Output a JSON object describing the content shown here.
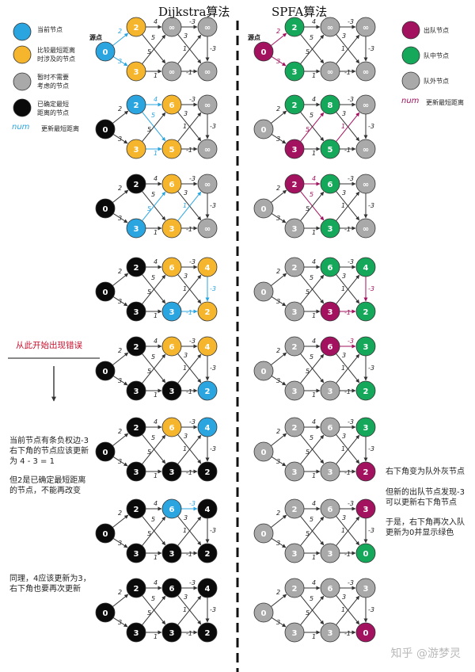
{
  "titles": {
    "left": "Dijkstra算法",
    "right": "SPFA算法"
  },
  "colors": {
    "blue": "#2ba5e0",
    "orange": "#f5b52c",
    "gray": "#a9a9a9",
    "black": "#0a0a0a",
    "green": "#15a85a",
    "magenta": "#a3125f",
    "updateBlue": "#2ba5e0",
    "updateRed": "#a3125f",
    "edge": "#333333"
  },
  "legendLeft": [
    {
      "color": "blue",
      "label": "当前节点"
    },
    {
      "color": "orange",
      "label": "比较最短距离\n时涉及的节点"
    },
    {
      "color": "gray",
      "label": "暂时不需要\n考虑的节点"
    },
    {
      "color": "black",
      "label": "已确定最短\n距离的节点"
    }
  ],
  "legendLeftUpdate": {
    "sample": "num",
    "label": "更新最短距离"
  },
  "legendRight": [
    {
      "color": "magenta",
      "label": "出队节点"
    },
    {
      "color": "green",
      "label": "队中节点"
    },
    {
      "color": "gray",
      "label": "队外节点"
    }
  ],
  "legendRightUpdate": {
    "sample": "num",
    "label": "更新最短距离"
  },
  "sourceLabel": "源点",
  "edgeWeights": [
    "2",
    "3",
    "4",
    "5",
    "1",
    "-3",
    "3",
    "5",
    "1",
    "-1",
    "-3"
  ],
  "leftPanels": [
    {
      "vals": [
        "0",
        "2",
        "3",
        "∞",
        "∞",
        "∞",
        "∞"
      ],
      "cols": [
        "blue",
        "orange",
        "orange",
        "gray",
        "gray",
        "gray",
        "gray"
      ],
      "hi": [
        0,
        1
      ],
      "upd": "blue"
    },
    {
      "vals": [
        "0",
        "2",
        "3",
        "6",
        "5",
        "∞",
        "∞"
      ],
      "cols": [
        "black",
        "blue",
        "orange",
        "orange",
        "orange",
        "gray",
        "gray"
      ],
      "hi": [
        2,
        3,
        4
      ],
      "upd": "blue"
    },
    {
      "vals": [
        "0",
        "2",
        "3",
        "6",
        "3",
        "∞",
        "∞"
      ],
      "cols": [
        "black",
        "black",
        "blue",
        "orange",
        "orange",
        "gray",
        "gray"
      ],
      "hi": [
        7,
        8
      ],
      "upd": "blue"
    },
    {
      "vals": [
        "0",
        "2",
        "3",
        "6",
        "3",
        "4",
        "2"
      ],
      "cols": [
        "black",
        "black",
        "black",
        "orange",
        "blue",
        "orange",
        "orange"
      ],
      "hi": [
        9,
        10
      ],
      "upd": "blue"
    },
    {
      "vals": [
        "0",
        "2",
        "3",
        "6",
        "3",
        "4",
        "2"
      ],
      "cols": [
        "black",
        "black",
        "black",
        "orange",
        "black",
        "orange",
        "blue"
      ],
      "hi": [],
      "upd": "blue"
    },
    {
      "vals": [
        "0",
        "2",
        "3",
        "6",
        "3",
        "4",
        "2"
      ],
      "cols": [
        "black",
        "black",
        "black",
        "orange",
        "black",
        "blue",
        "black"
      ],
      "hi": [
        11
      ],
      "upd": "blue"
    },
    {
      "vals": [
        "0",
        "2",
        "3",
        "6",
        "3",
        "4",
        "2"
      ],
      "cols": [
        "black",
        "black",
        "black",
        "blue",
        "black",
        "black",
        "black"
      ],
      "hi": [
        5
      ],
      "upd": "blue"
    },
    {
      "vals": [
        "0",
        "2",
        "3",
        "6",
        "3",
        "4",
        "2"
      ],
      "cols": [
        "black",
        "black",
        "black",
        "black",
        "black",
        "black",
        "black"
      ],
      "hi": [],
      "upd": "blue"
    }
  ],
  "rightPanels": [
    {
      "vals": [
        "0",
        "2",
        "3",
        "∞",
        "∞",
        "∞",
        "∞"
      ],
      "cols": [
        "magenta",
        "green",
        "green",
        "gray",
        "gray",
        "gray",
        "gray"
      ],
      "hi": [
        0,
        1
      ],
      "upd": "red"
    },
    {
      "vals": [
        "0",
        "2",
        "3",
        "8",
        "5",
        "∞",
        "∞"
      ],
      "cols": [
        "gray",
        "green",
        "magenta",
        "green",
        "green",
        "gray",
        "gray"
      ],
      "hi": [
        7,
        8
      ],
      "upd": "red"
    },
    {
      "vals": [
        "0",
        "2",
        "3",
        "6",
        "3",
        "∞",
        "∞"
      ],
      "cols": [
        "gray",
        "magenta",
        "gray",
        "green",
        "green",
        "gray",
        "gray"
      ],
      "hi": [
        2,
        3
      ],
      "upd": "red"
    },
    {
      "vals": [
        "0",
        "2",
        "3",
        "6",
        "3",
        "4",
        "2"
      ],
      "cols": [
        "gray",
        "gray",
        "gray",
        "green",
        "magenta",
        "green",
        "green"
      ],
      "hi": [
        9,
        10
      ],
      "upd": "red"
    },
    {
      "vals": [
        "0",
        "2",
        "3",
        "6",
        "3",
        "3",
        "2"
      ],
      "cols": [
        "gray",
        "gray",
        "gray",
        "magenta",
        "gray",
        "green",
        "green"
      ],
      "hi": [
        5
      ],
      "upd": "red"
    },
    {
      "vals": [
        "0",
        "2",
        "3",
        "6",
        "3",
        "3",
        "2"
      ],
      "cols": [
        "gray",
        "gray",
        "gray",
        "gray",
        "gray",
        "green",
        "magenta"
      ],
      "hi": [],
      "upd": "red"
    },
    {
      "vals": [
        "0",
        "2",
        "3",
        "6",
        "3",
        "3",
        "0"
      ],
      "cols": [
        "gray",
        "gray",
        "gray",
        "gray",
        "gray",
        "magenta",
        "green"
      ],
      "hi": [
        11
      ],
      "upd": "red"
    },
    {
      "vals": [
        "0",
        "2",
        "3",
        "6",
        "3",
        "3",
        "0"
      ],
      "cols": [
        "gray",
        "gray",
        "gray",
        "gray",
        "gray",
        "gray",
        "magenta"
      ],
      "hi": [],
      "upd": "red"
    }
  ],
  "notesLeft": {
    "errorStart": "从此开始出现错误",
    "explain1": "当前节点有条负权边-3\n右下角的节点应该更新\n为 4 - 3 = 1",
    "explain2": "但2是已确定最短距离\n的节点，不能再改变",
    "explain3": "同理，4应该更新为3，\n右下角也要再次更新"
  },
  "notesRight": {
    "n1": "右下角变为队外灰节点",
    "n2": "但新的出队节点发现-3\n可以更新右下角节点",
    "n3": "于是，右下角再次入队\n更新为0并显示绿色"
  },
  "watermark": "知乎 @游梦灵"
}
